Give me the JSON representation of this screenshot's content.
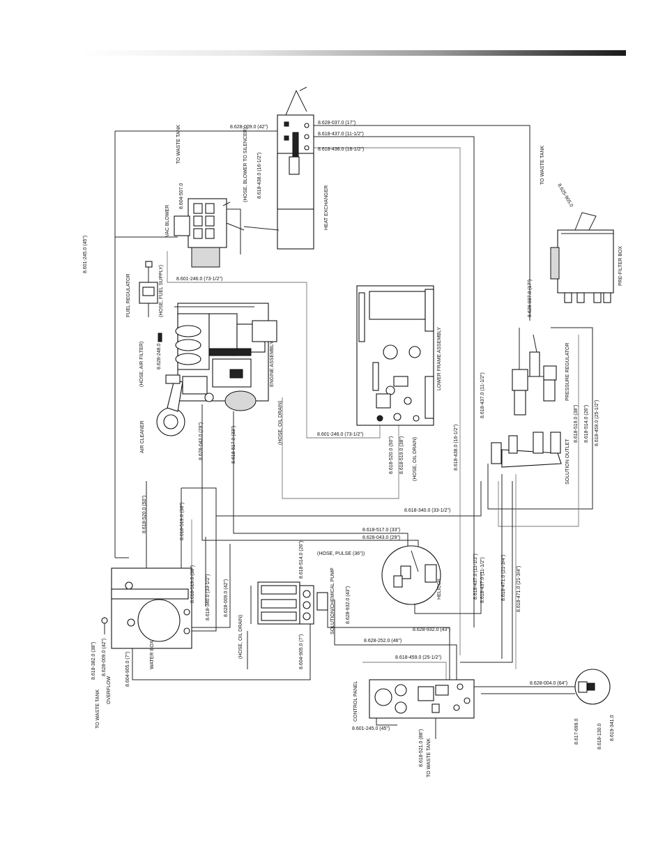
{
  "header": {
    "accent": "#1a1a1a"
  },
  "labels": {
    "heat_exchanger": "HEAT EXCHANGER",
    "vac_blower": "VAC BLOWER",
    "to_waste_tank_top": "TO WASTE TANK",
    "blower_part": "8.604-507.0",
    "hose_blower_silencer": "(HOSE, BLOWER TO SILENCER)",
    "hose_blower_part": "8.618-438.0 (16-1/2\")",
    "pre_filter_box": "PRE-FILTER BOX",
    "to_waste_tank_right": "TO WASTE TANK",
    "prefilter_hose": "8.625-905.0",
    "fuel_regulator": "FUEL REGULATOR",
    "hose_fuel_supply": "(HOSE, FUEL SUPPLY)",
    "hose_air_filter": "(HOSE, AIR FILTER)",
    "air_filter_part": "8.628-248.0",
    "air_cleaner": "AIR CLEANER",
    "engine_assembly": "ENGINE ASSEMBLY",
    "hose_oil_drain_engine": "(HOSE, OIL DRAIN)",
    "lower_frame_assembly": "LOWER FRAME ASSEMBLY",
    "hose_oil_drain_frame": "(HOSE, OIL DRAIN)",
    "pressure_regulator": "PRESSURE REGULATOR",
    "solution_outlet": "SOLUTION OUTLET",
    "helicoil": "HELICOIL",
    "hose_pulse": "(HOSE, PULSE (36\"))",
    "solution_chemical_pump": "SOLUTION/CHEMICAL PUMP",
    "hose_oil_drain_pump": "(HOSE, OIL DRAIN)",
    "water_box": "WATER BOX",
    "overflow": "OVERFLOW",
    "to_waste_tank_left": "TO WASTE TANK",
    "control_panel": "CONTROL PANEL",
    "to_waste_tank_bottom": "TO WASTE TANK"
  },
  "hoses": {
    "h628_009_42": "8.628-009.0 (42\")",
    "h628_037_17": "8.628-037.0 (17\")",
    "h618_437_11": "8.618-437.0 (11-1/2\")",
    "h618_436_16": "8.618-436.0 (16-1/2\")",
    "h601_245_45_left": "8.601-245.0 (45\")",
    "h601_246_73_top": "8.601-246.0 (73-1/2\")",
    "h628_037_17_vert": "8.628-037.0 (17\")",
    "h618_437_11_vert": "8.618-437.0 (11-1/2\")",
    "h618_438_16_vert": "8.618-438.0 (16-1/2\")",
    "h618_519_38_right": "8.618-519.0 (38\")",
    "h618_514_26_right": "8.618-514.0 (26\")",
    "h618_459_25_right": "8.618-459.0 (25-1/2\")",
    "h628_043_29": "8.628-043.0 (29\")",
    "h618_517_33": "8.618-517.0 (33\")",
    "h601_246_73_mid": "8.601-246.0 (73-1/2\")",
    "h618_520_50": "8.618-520.0 (50\")",
    "h618_519_38_mid": "8.618-519.0 (38\")",
    "h618_520_50_left": "8.618-520.0 (50\")",
    "h618_519_38_left": "8.618-519.0 (38\")",
    "h618_340_33_horiz": "8.618-340.0 (33-1/2\")",
    "h618_517_33_horiz": "8.618-517.0 (33\")",
    "h628_043_29_horiz": "8.628-043.0 (29\")",
    "h618_514_26_pump": "8.618-514.0 (26\")",
    "h618_437_11_heli1": "8.618-437.0 (11-1/2\")",
    "h618_437_11_heli2": "8.618-437.0 (11-1/2\")",
    "h618_471_21_a": "8.618-471.0 (21-3/4\")",
    "h618_471_21_b": "8.618-471.0 (21-3/4\")",
    "h618_519_38_wb": "8.618-519.0 (38\")",
    "h618_340_33_wb": "8.618-340.0 (33-1/2\")",
    "h628_009_42_wb": "8.628-009.0 (42\")",
    "h628_932_43_pump": "8.628-932.0 (43\")",
    "h628_932_43_horiz": "8.628-932.0 (43\")",
    "h628_252_46": "8.628-252.0 (46\")",
    "h618_459_25_horiz": "8.618-459.0 (25-1/2\")",
    "h604_905_7_pump": "8.604-905.0 (7\")",
    "h618_382_38": "8.618-382.0 (38\")",
    "h628_009_42_ovf": "8.628-009.0 (42\")",
    "h604_905_7_wb": "8.604-905.0 (7\")",
    "h628_004_64": "8.628-004.0 (64\")",
    "h601_245_45_bottom": "8.601-245.0 (45\")",
    "h618_521_88": "8.618-521.0 (88\")",
    "p617_699": "8.617-699.0",
    "p618_130": "8.618-130.0",
    "p619_341": "8.619-341.0"
  }
}
